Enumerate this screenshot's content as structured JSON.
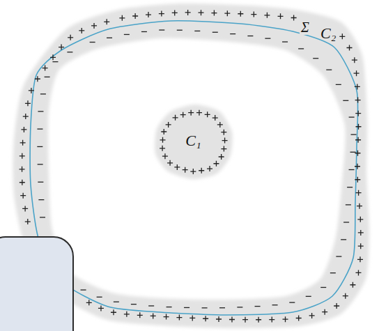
{
  "diagram": {
    "nodes": [
      {
        "text": [
          "C₂"
        ]
      },
      {
        "text": [
          "C₁"
        ],
        "in": 0
      }
    ],
    "labels": [
      "Σ"
    ]
  }
}
